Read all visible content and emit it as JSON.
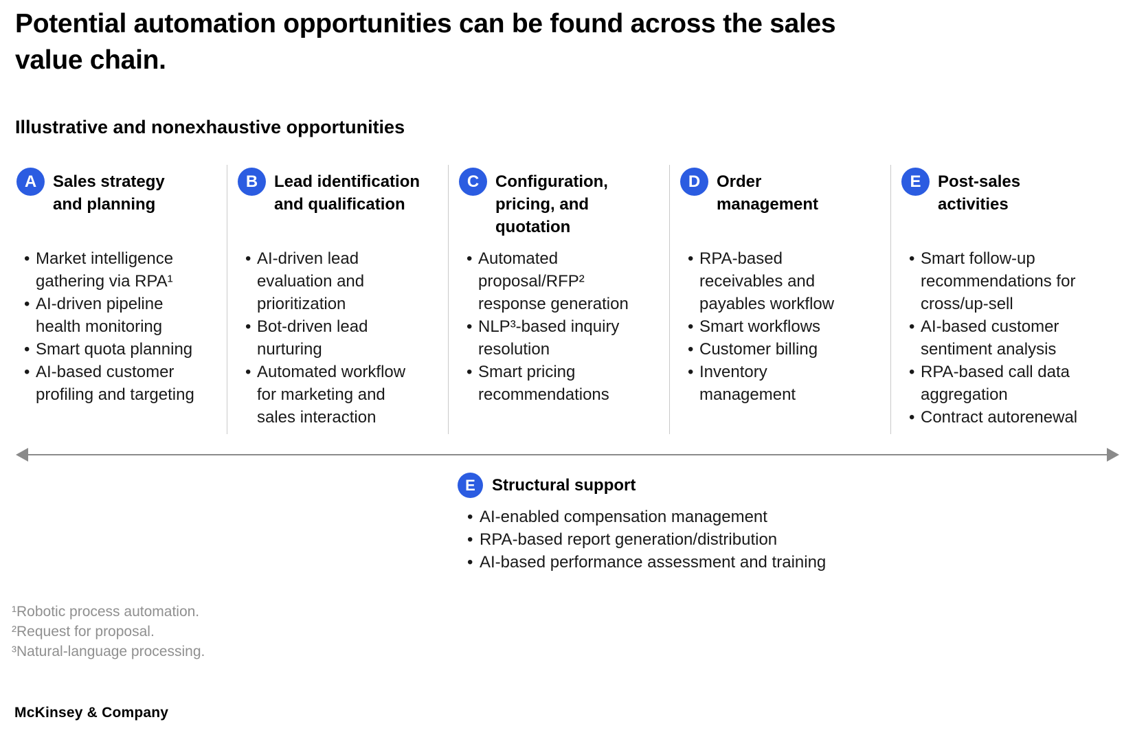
{
  "title": "Potential automation opportunities can be found across the sales\nvalue chain.",
  "subtitle": "Illustrative and nonexhaustive opportunities",
  "columns": [
    {
      "badge": "A",
      "title": "Sales strategy\nand planning",
      "bullets": [
        "Market intelligence gathering via RPA¹",
        "AI-driven pipeline health monitoring",
        "Smart quota planning",
        "AI-based customer profiling and targeting"
      ]
    },
    {
      "badge": "B",
      "title": "Lead identification\nand qualification",
      "bullets": [
        "AI-driven lead evaluation and prioritization",
        "Bot-driven lead nurturing",
        "Automated workflow for marketing and sales interaction"
      ]
    },
    {
      "badge": "C",
      "title": "Configuration,\npricing, and\nquotation",
      "bullets": [
        "Automated proposal/RFP² response generation",
        "NLP³-based inquiry resolution",
        "Smart pricing recommendations"
      ]
    },
    {
      "badge": "D",
      "title": "Order\nmanagement",
      "bullets": [
        "RPA-based receivables and payables workflow",
        "Smart workflows",
        "Customer billing",
        "Inventory management"
      ]
    },
    {
      "badge": "E",
      "title": "Post-sales\nactivities",
      "bullets": [
        "Smart follow-up recommendations for cross/up-sell",
        "AI-based customer sentiment analysis",
        "RPA-based call data aggregation",
        "Contract autorenewal"
      ]
    }
  ],
  "structural_support": {
    "badge": "E",
    "title": "Structural support",
    "bullets": [
      "AI-enabled compensation management",
      "RPA-based report generation/distribution",
      "AI-based performance assessment and training"
    ]
  },
  "footnotes": [
    "¹Robotic process automation.",
    "²Request for proposal.",
    "³Natural-language processing."
  ],
  "footer": "McKinsey & Company",
  "colors": {
    "badge_blue": "#2b5ce1",
    "divider_gray": "#c9c9c9",
    "arrow_gray": "#8a8a8a",
    "footnote_gray": "#8f8f8f"
  }
}
